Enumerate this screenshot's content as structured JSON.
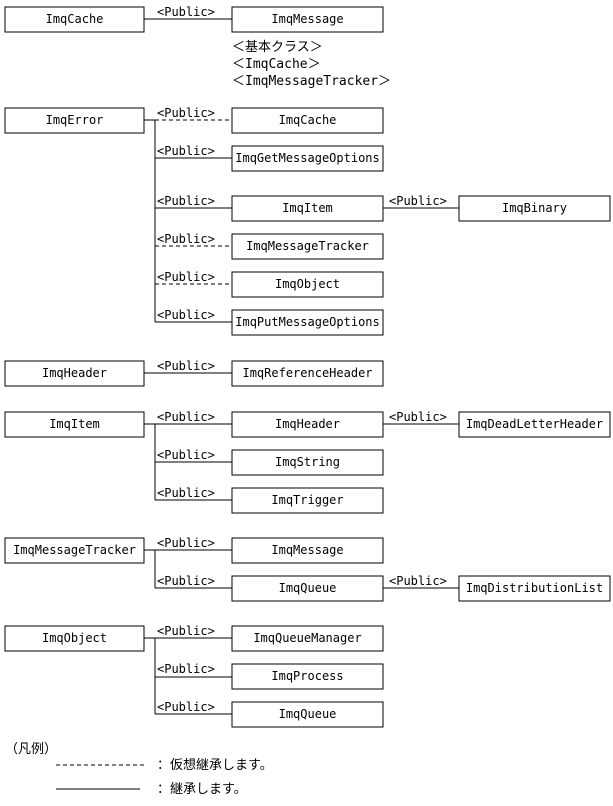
{
  "public_label": "<Public>",
  "base_class_notes": [
    "＜基本クラス＞",
    "＜ImqCache＞",
    "＜ImqMessageTracker＞"
  ],
  "legend": {
    "title": "（凡例）",
    "virtual_label": "：仮想継承します。",
    "inherit_label": "：継承します。"
  },
  "classes": {
    "c1": "ImqCache",
    "c2": "ImqMessage",
    "c3": "ImqError",
    "c4": "ImqCache",
    "c5": "ImqGetMessageOptions",
    "c6": "ImqItem",
    "c7": "ImqBinary",
    "c8": "ImqMessageTracker",
    "c9": "ImqObject",
    "c10": "ImqPutMessageOptions",
    "c11": "ImqHeader",
    "c12": "ImqReferenceHeader",
    "c13": "ImqItem",
    "c14": "ImqHeader",
    "c15": "ImqDeadLetterHeader",
    "c16": "ImqString",
    "c17": "ImqTrigger",
    "c18": "ImqMessageTracker",
    "c19": "ImqMessage",
    "c20": "ImqQueue",
    "c21": "ImqDistributionList",
    "c22": "ImqObject",
    "c23": "ImqQueueManager",
    "c24": "ImqProcess",
    "c25": "ImqQueue"
  }
}
